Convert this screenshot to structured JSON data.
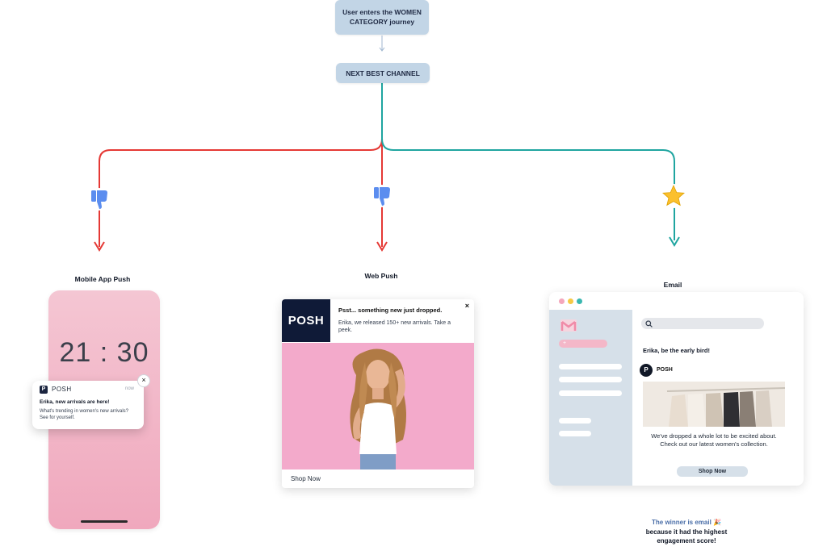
{
  "flow": {
    "start_node": "User enters the WOMEN CATEGORY journey",
    "decision_node": "NEXT BEST CHANNEL"
  },
  "colors": {
    "rejected": "#e53935",
    "selected": "#1fa5a0",
    "node": "#c2d5e6"
  },
  "icons": {
    "rejected": "thumbs-down-icon",
    "selected": "star-icon"
  },
  "channels": {
    "mobile": {
      "label": "Mobile App Push",
      "clock": "21 : 30",
      "notif_brand": "POSH",
      "notif_time": "now",
      "notif_title": "Erika, new arrivals are here!",
      "notif_body": "What's trending in women's new arrivals? See for yourself."
    },
    "web": {
      "label": "Web Push",
      "logo": "POSH",
      "title": "Psst... something new just dropped.",
      "body": "Erika, we released 150+ new arrivals. Take a peek.",
      "cta": "Shop Now"
    },
    "email": {
      "label": "Email",
      "greeting": "Erika, be the early bird!",
      "brand": "POSH",
      "copy": "We've dropped a whole lot to be excited about. Check out our latest women's collection.",
      "cta": "Shop Now"
    }
  },
  "winner": {
    "line1": "The winner is email 🎉",
    "line2": "because it had the highest",
    "line3": "engagement score!"
  }
}
